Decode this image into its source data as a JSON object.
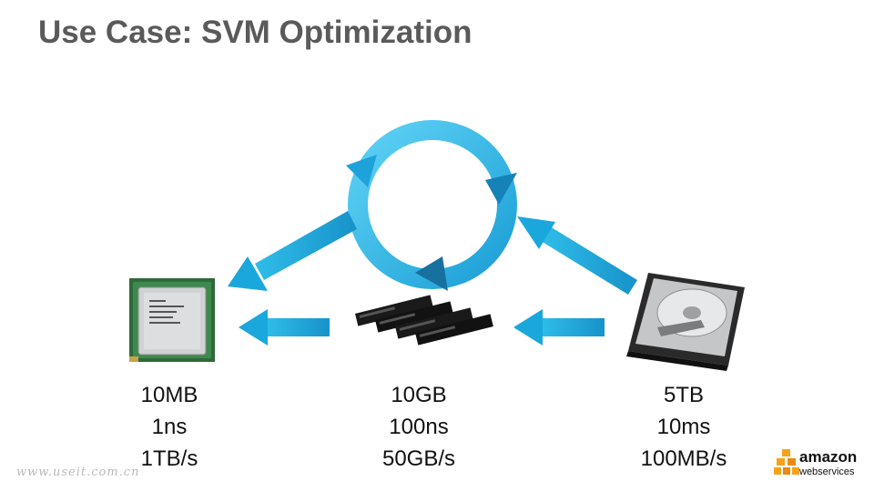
{
  "title": "Use Case: SVM Optimization",
  "columns": [
    {
      "id": "cpu",
      "capacity": "10MB",
      "latency": "1ns",
      "bandwidth": "1TB/s"
    },
    {
      "id": "ram",
      "capacity": "10GB",
      "latency": "100ns",
      "bandwidth": "50GB/s"
    },
    {
      "id": "disk",
      "capacity": "5TB",
      "latency": "10ms",
      "bandwidth": "100MB/s"
    }
  ],
  "watermark": "www.useit.com.cn",
  "logo": {
    "line1": "amazon",
    "line2": "webservices"
  },
  "colors": {
    "arrow": "#1aa7dc",
    "cycle": "#29b5e8",
    "title": "#5a5a5a",
    "logo_boxes": "#f7a21b"
  },
  "icons": [
    "cpu-chip-icon",
    "ram-modules-icon",
    "hard-drive-icon",
    "refresh-cycle-icon"
  ]
}
